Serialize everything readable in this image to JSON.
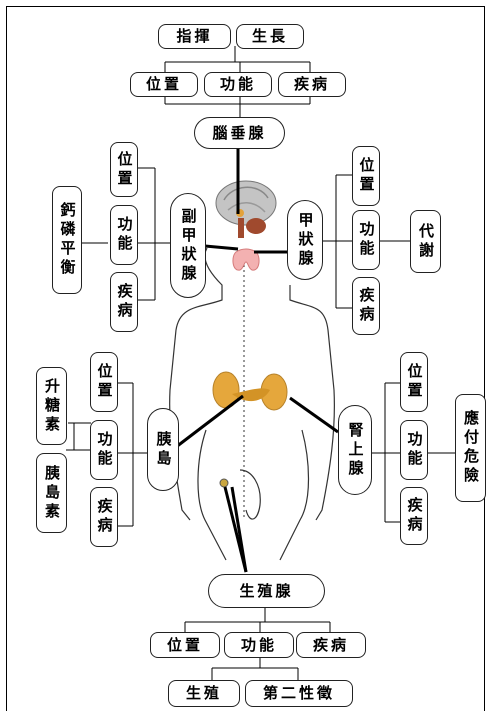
{
  "top": {
    "command": "指揮",
    "growth": "生長"
  },
  "pituitary": {
    "position": "位置",
    "function": "功能",
    "disease": "疾病",
    "name": "腦垂腺"
  },
  "parathyroid": {
    "name": "副甲狀腺",
    "position": "位置",
    "function": "功能",
    "disease": "疾病",
    "role": "鈣磷平衡"
  },
  "thyroid": {
    "name": "甲狀腺",
    "position": "位置",
    "function": "功能",
    "disease": "疾病",
    "role": "代謝"
  },
  "pancreas": {
    "name": "胰島",
    "position": "位置",
    "function": "功能",
    "disease": "疾病",
    "hormone1": "升糖素",
    "hormone2": "胰島素"
  },
  "adrenal": {
    "name": "腎上腺",
    "position": "位置",
    "function": "功能",
    "disease": "疾病",
    "role": "應付危險"
  },
  "gonad": {
    "name": "生殖腺",
    "position": "位置",
    "function": "功能",
    "disease": "疾病",
    "role1": "生殖",
    "role2": "第二性徵"
  },
  "colors": {
    "brain": "#b9b9b9",
    "cerebellum": "#b05a3a",
    "thyroid": "#f2b3b3",
    "adrenal": "#e0a53a",
    "pancreas": "#d99a28"
  }
}
